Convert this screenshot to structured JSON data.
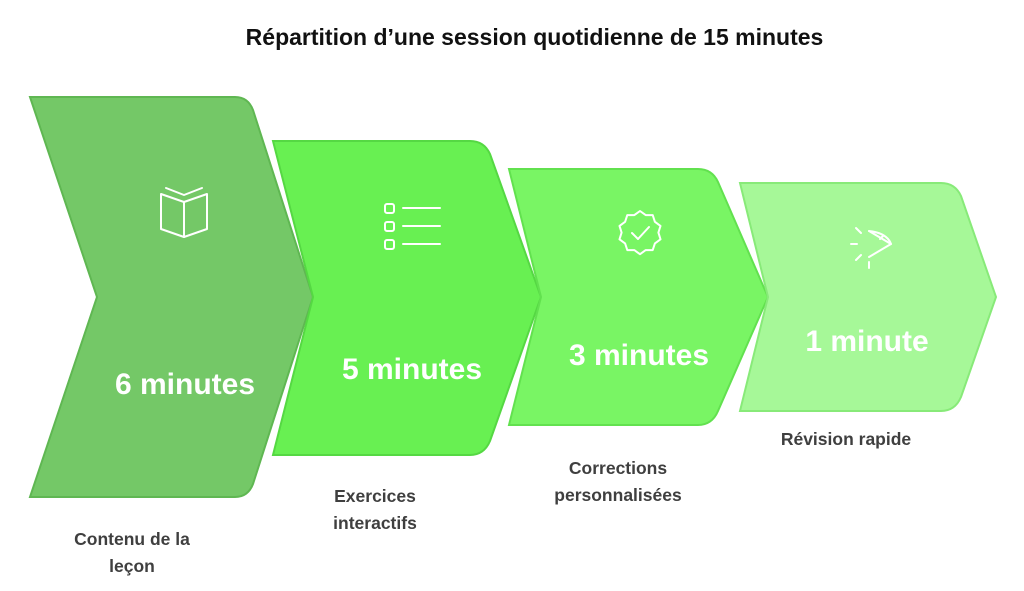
{
  "title": "Répartition d’une session quotidienne de 15 minutes",
  "steps": [
    {
      "value": "6 minutes",
      "label_lines": [
        "Contenu de la",
        "leçon"
      ],
      "icon": "book-icon",
      "fill": "#74c867",
      "stroke": "#5fb752"
    },
    {
      "value": "5 minutes",
      "label_lines": [
        "Exercices",
        "interactifs"
      ],
      "icon": "checklist-icon",
      "fill": "#68f052",
      "stroke": "#55d843"
    },
    {
      "value": "3 minutes",
      "label_lines": [
        "Corrections",
        "personnalisées"
      ],
      "icon": "verified-badge-icon",
      "fill": "#79f564",
      "stroke": "#62e14f"
    },
    {
      "value": "1 minute",
      "label_lines": [
        "Révision rapide"
      ],
      "icon": "timer-icon",
      "fill": "#a6f898",
      "stroke": "#88ea79"
    }
  ]
}
